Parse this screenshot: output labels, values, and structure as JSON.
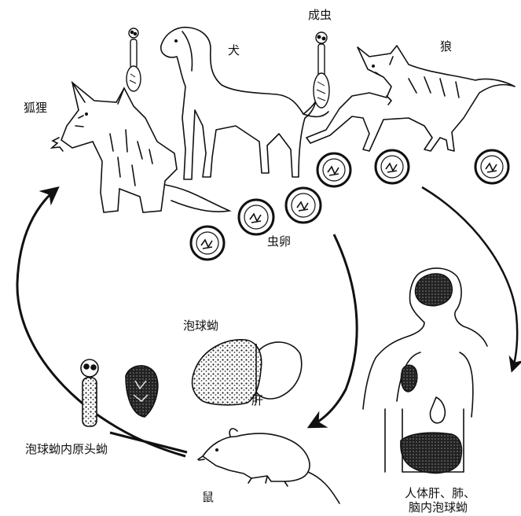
{
  "labels": {
    "fox": "狐狸",
    "dog": "犬",
    "adult_worm": "成虫",
    "wolf": "狼",
    "eggs": "虫卵",
    "hydatid_cyst": "泡球蚴",
    "liver": "肝",
    "protoscolex": "泡球蚴内原头蚴",
    "rat": "鼠",
    "human_line1": "人体肝、肺、",
    "human_line2": "脑内泡球蚴"
  },
  "colors": {
    "ink": "#111111",
    "paper": "#ffffff",
    "hatch": "#555555"
  }
}
